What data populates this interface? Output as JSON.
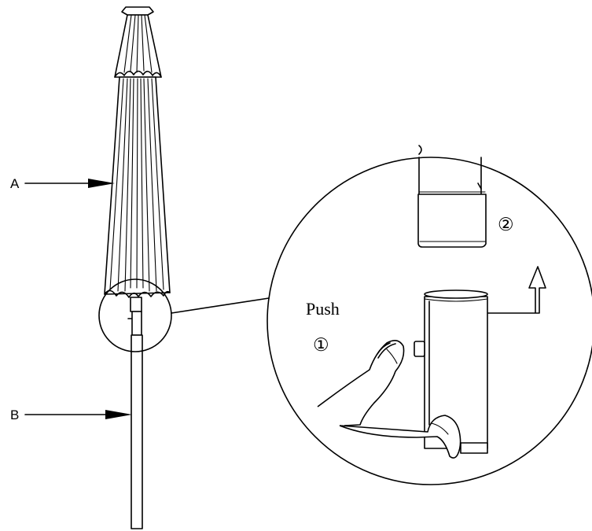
{
  "labels": {
    "canopy": "A",
    "pole": "B"
  },
  "detail": {
    "step1_number": "①",
    "step1_text": "Push",
    "step2_number": "②"
  },
  "colors": {
    "line": "#000000",
    "background": "#ffffff"
  }
}
